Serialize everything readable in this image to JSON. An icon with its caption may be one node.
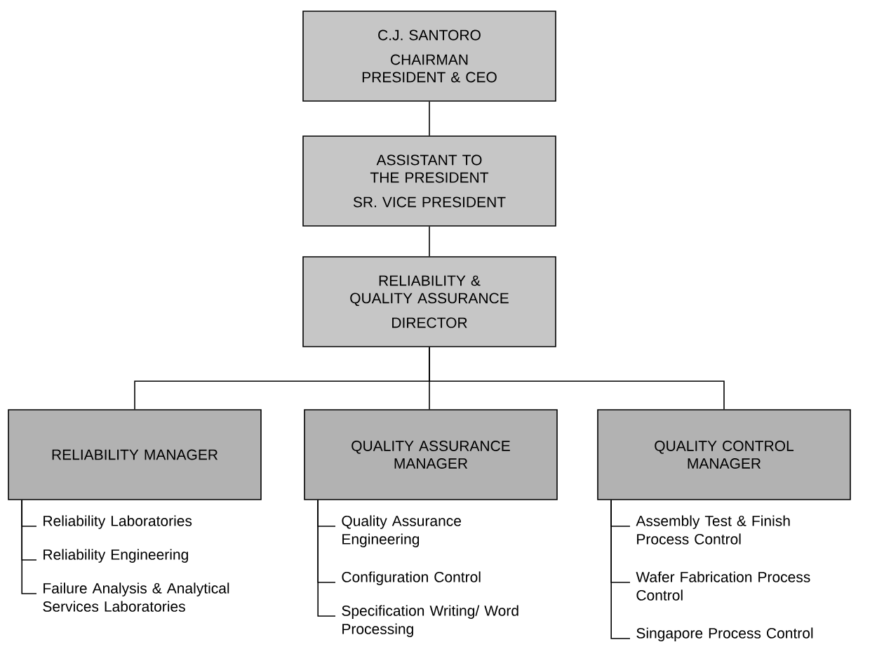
{
  "diagram": {
    "nodes": [
      {
        "text": [
          "C.J. SANTORO",
          "CHAIRMAN PRESIDENT & CEO"
        ]
      },
      {
        "text": [
          "ASSISTANT TO THE PRESIDENT",
          "SR. VICE PRESIDENT"
        ]
      },
      {
        "text": [
          "RELIABILITY & QUALITY ASSURANCE",
          "DIRECTOR"
        ]
      },
      {
        "text": [
          "RELIABILITY MANAGER"
        ]
      },
      {
        "text": [
          "QUALITY ASSURANCE MANAGER"
        ]
      },
      {
        "text": [
          "QUALITY CONTROL MANAGER"
        ]
      },
      {
        "text": [
          "Reliability Laboratories"
        ]
      },
      {
        "text": [
          "Reliability Engineering"
        ]
      },
      {
        "text": [
          "Failure Analysis & Analytical Services Laboratories"
        ]
      },
      {
        "text": [
          "Quality Assurance Engineering"
        ]
      },
      {
        "text": [
          "Configuration Control"
        ]
      },
      {
        "text": [
          "Specification Writing/ Word Processing"
        ]
      },
      {
        "text": [
          "Assembly Test & Finish Process Control"
        ]
      },
      {
        "text": [
          "Wafer Fabrication Process Control"
        ]
      },
      {
        "text": [
          "Singapore Process Control"
        ]
      }
    ],
    "edges": [
      {
        "from": 0,
        "to": 1,
        "arrow": "none"
      },
      {
        "from": 1,
        "to": 2,
        "arrow": "none"
      },
      {
        "from": 2,
        "to": 3,
        "arrow": "none"
      },
      {
        "from": 2,
        "to": 4,
        "arrow": "none"
      },
      {
        "from": 2,
        "to": 5,
        "arrow": "none"
      },
      {
        "from": 3,
        "to": 6,
        "arrow": "none"
      },
      {
        "from": 3,
        "to": 7,
        "arrow": "none"
      },
      {
        "from": 3,
        "to": 8,
        "arrow": "none"
      },
      {
        "from": 4,
        "to": 9,
        "arrow": "none"
      },
      {
        "from": 4,
        "to": 10,
        "arrow": "none"
      },
      {
        "from": 4,
        "to": 11,
        "arrow": "none"
      },
      {
        "from": 5,
        "to": 12,
        "arrow": "none"
      },
      {
        "from": 5,
        "to": 13,
        "arrow": "none"
      },
      {
        "from": 5,
        "to": 14,
        "arrow": "none"
      }
    ]
  }
}
